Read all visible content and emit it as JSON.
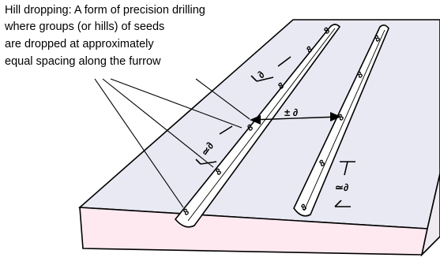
{
  "caption": {
    "lines": [
      "Hill dropping: A form of precision drilling",
      "where groups (or hills) of seeds",
      "are dropped at approximately",
      "equal spacing along the furrow"
    ]
  },
  "labels": {
    "row_spacing": "± ∂",
    "spacing_a": "≃∂",
    "spacing_b": "∂",
    "spacing_c": "≃∂"
  },
  "seed_glyph": "8",
  "colors": {
    "line": "#000000",
    "soil_top": "#e9e9f3",
    "soil_front": "#ffe9f1",
    "soil_side": "#eeeaf0",
    "furrow": "#ffffff"
  }
}
